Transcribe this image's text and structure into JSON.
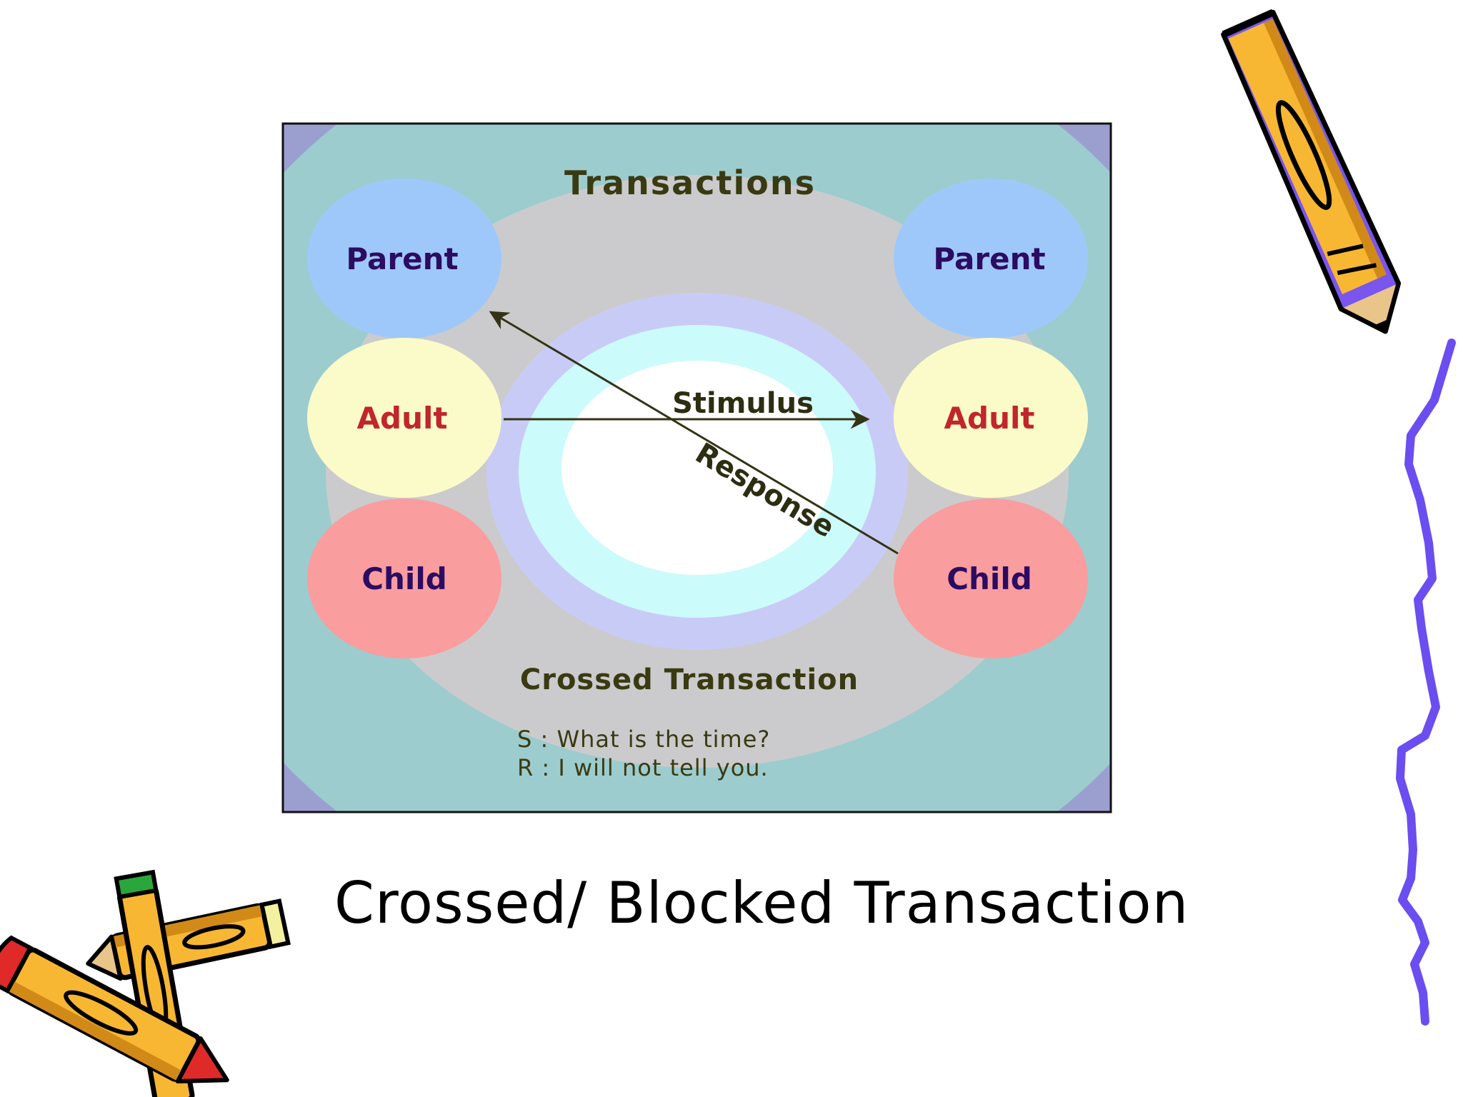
{
  "diagram": {
    "title": "Transactions",
    "left_states": {
      "parent": "Parent",
      "adult": "Adult",
      "child": "Child"
    },
    "right_states": {
      "parent": "Parent",
      "adult": "Adult",
      "child": "Child"
    },
    "stimulus_label": "Stimulus",
    "response_label": "Response",
    "subtitle": "Crossed Transaction",
    "example_stimulus": "S : What is the time?",
    "example_response": "R : I will not tell you."
  },
  "caption": "Crossed/ Blocked Transaction",
  "colors": {
    "panel_bg": "#9cccce",
    "panel_corner": "#9b9fd0",
    "gray_oval": "#cbcbcd",
    "lavender_ring": "#c9cbf7",
    "cyan_ring": "#ccfbfb",
    "center": "#ffffff",
    "parent_fill": "#9fc8fa",
    "adult_fill": "#fbfbc9",
    "child_fill": "#f99d9f",
    "parent_text": "#2c0c62",
    "adult_text": "#c0262c",
    "child_text": "#2c0c62",
    "arrow": "#333316",
    "squiggle": "#6a4ef0"
  },
  "decorations": [
    "pencil-top-right-icon",
    "pencils-bottom-left-icon",
    "squiggle-line-icon"
  ]
}
